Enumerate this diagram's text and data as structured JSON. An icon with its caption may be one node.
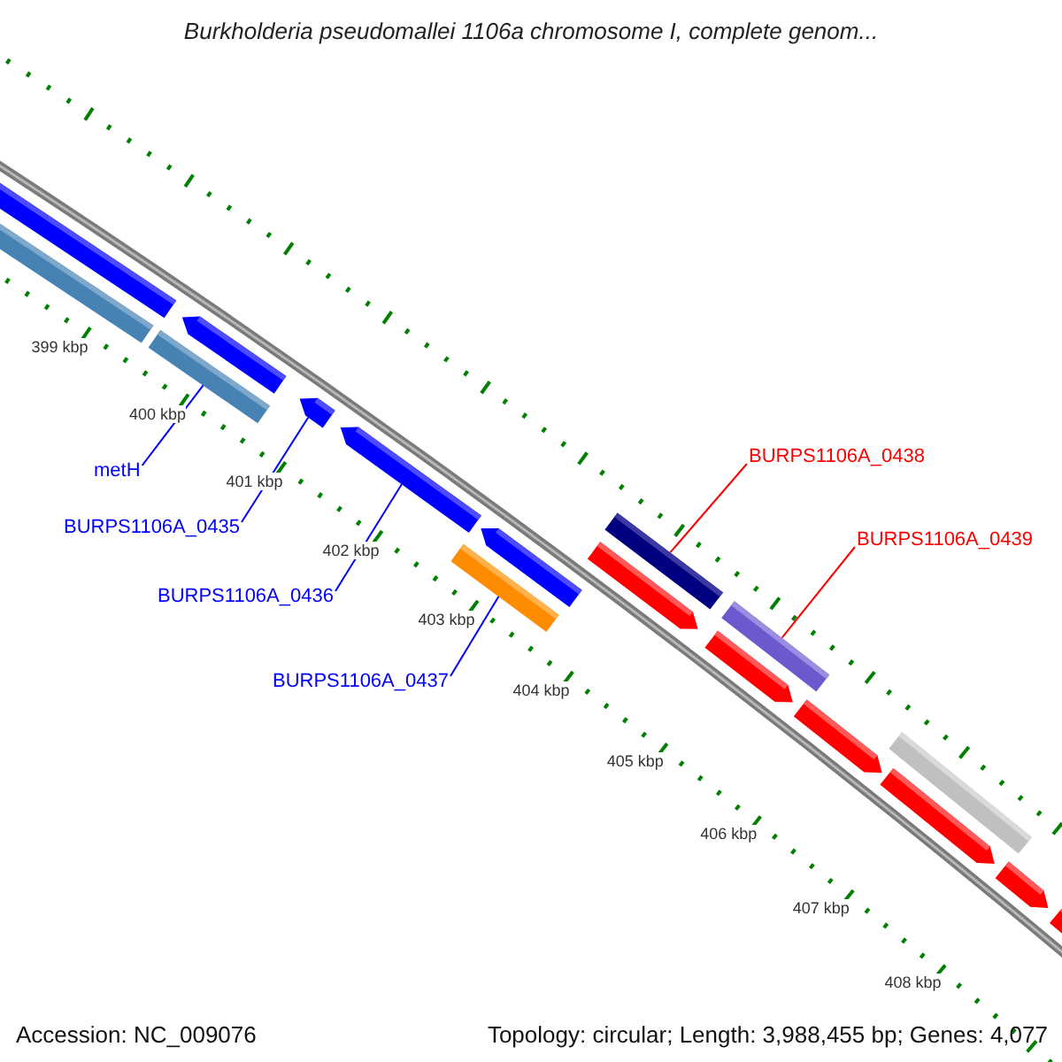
{
  "diagram": {
    "title": "Burkholderia pseudomallei 1106a chromosome I, complete genom...",
    "nodes": [
      {
        "text": [
          "BURPS1106A_0438"
        ]
      },
      {
        "text": [
          "metH"
        ]
      },
      {
        "text": [
          "BURPS1106A_0435"
        ]
      },
      {
        "text": [
          "BURPS1106A_0439"
        ]
      },
      {
        "text": [
          "BURPS1106A_0436"
        ]
      },
      {
        "text": [
          "BURPS1106A_0437"
        ]
      },
      {
        "text": [],
        "shape": "arrow"
      },
      {
        "text": [],
        "shape": "bar"
      },
      {
        "text": [],
        "shape": "bar"
      },
      {
        "text": [],
        "shape": "arrow"
      },
      {
        "text": [],
        "shape": "arrow"
      },
      {
        "text": [],
        "shape": "arrow"
      },
      {
        "text": [],
        "shape": "bar"
      },
      {
        "text": [],
        "shape": "arrow"
      },
      {
        "text": [],
        "shape": "bar"
      },
      {
        "text": [],
        "shape": "arrow"
      },
      {
        "text": [],
        "shape": "bar"
      },
      {
        "text": [],
        "shape": "arrow"
      },
      {
        "text": [],
        "shape": "arrow"
      },
      {
        "text": [],
        "shape": "bar"
      },
      {
        "text": [],
        "shape": "arrow"
      },
      {
        "text": [],
        "shape": "arrow"
      },
      {
        "text": [],
        "shape": "arrow"
      }
    ],
    "edges": [
      {
        "from": 1,
        "to": 8,
        "arrow": "none"
      },
      {
        "from": 2,
        "to": 10,
        "arrow": "none"
      },
      {
        "from": 4,
        "to": 11,
        "arrow": "none"
      },
      {
        "from": 5,
        "to": 12,
        "arrow": "none"
      },
      {
        "from": 0,
        "to": 14,
        "arrow": "none",
        "color": "#ff0000"
      },
      {
        "from": 3,
        "to": 16,
        "arrow": "none",
        "color": "#ff0000"
      }
    ],
    "labels": [
      "399 kbp",
      "400 kbp",
      "401 kbp",
      "402 kbp",
      "403 kbp",
      "404 kbp",
      "405 kbp",
      "406 kbp",
      "407 kbp",
      "408 kbp",
      "Accession: NC_009076",
      "Topology: circular; Length: 3,988,455 bp; Genes: 4,077"
    ]
  }
}
